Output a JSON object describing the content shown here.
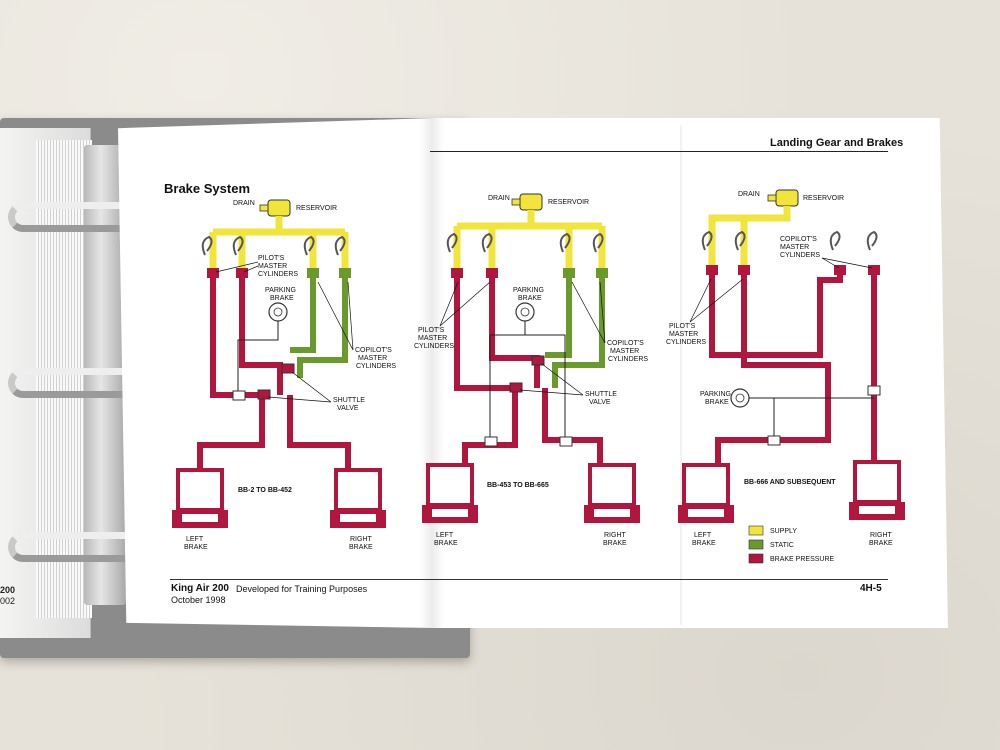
{
  "header": {
    "section_title": "Landing Gear and Brakes",
    "page_title": "Brake System"
  },
  "footer": {
    "aircraft": "King Air 200",
    "date": "October 1998",
    "purpose": "Developed for Training Purposes",
    "page_number": "4H-5",
    "left_page_number": "200",
    "left_page_date": "002"
  },
  "diagrams": {
    "d1": {
      "range": "BB-2 TO BB-452",
      "drain": "DRAIN",
      "reservoir": "RESERVOIR",
      "pilots": [
        "PILOT'S",
        "MASTER",
        "CYLINDERS"
      ],
      "copilots": [
        "COPILOT'S",
        "MASTER",
        "CYLINDERS"
      ],
      "parking": [
        "PARKING",
        "BRAKE"
      ],
      "shuttle": [
        "SHUTTLE",
        "VALVE"
      ],
      "left_brake": [
        "LEFT",
        "BRAKE"
      ],
      "right_brake": [
        "RIGHT",
        "BRAKE"
      ]
    },
    "d2": {
      "range": "BB-453 TO BB-665",
      "drain": "DRAIN",
      "reservoir": "RESERVOIR",
      "pilots": [
        "PILOT'S",
        "MASTER",
        "CYLINDERS"
      ],
      "copilots": [
        "COPILOT'S",
        "MASTER",
        "CYLINDERS"
      ],
      "parking": [
        "PARKING",
        "BRAKE"
      ],
      "shuttle": [
        "SHUTTLE",
        "VALVE"
      ],
      "left_brake": [
        "LEFT",
        "BRAKE"
      ],
      "right_brake": [
        "RIGHT",
        "BRAKE"
      ]
    },
    "d3": {
      "range": "BB-666 AND SUBSEQUENT",
      "drain": "DRAIN",
      "reservoir": "RESERVOIR",
      "pilots": [
        "PILOT'S",
        "MASTER",
        "CYLINDERS"
      ],
      "copilots": [
        "COPILOT'S",
        "MASTER",
        "CYLINDERS"
      ],
      "parking": [
        "PARKING",
        "BRAKE"
      ],
      "left_brake": [
        "LEFT",
        "BRAKE"
      ],
      "right_brake": [
        "RIGHT",
        "BRAKE"
      ]
    }
  },
  "legend": {
    "supply": "SUPPLY",
    "static": "STATIC",
    "pressure": "BRAKE PRESSURE"
  },
  "colors": {
    "supply": "#f1e43a",
    "static": "#6a9a2c",
    "pressure": "#b0163e"
  }
}
